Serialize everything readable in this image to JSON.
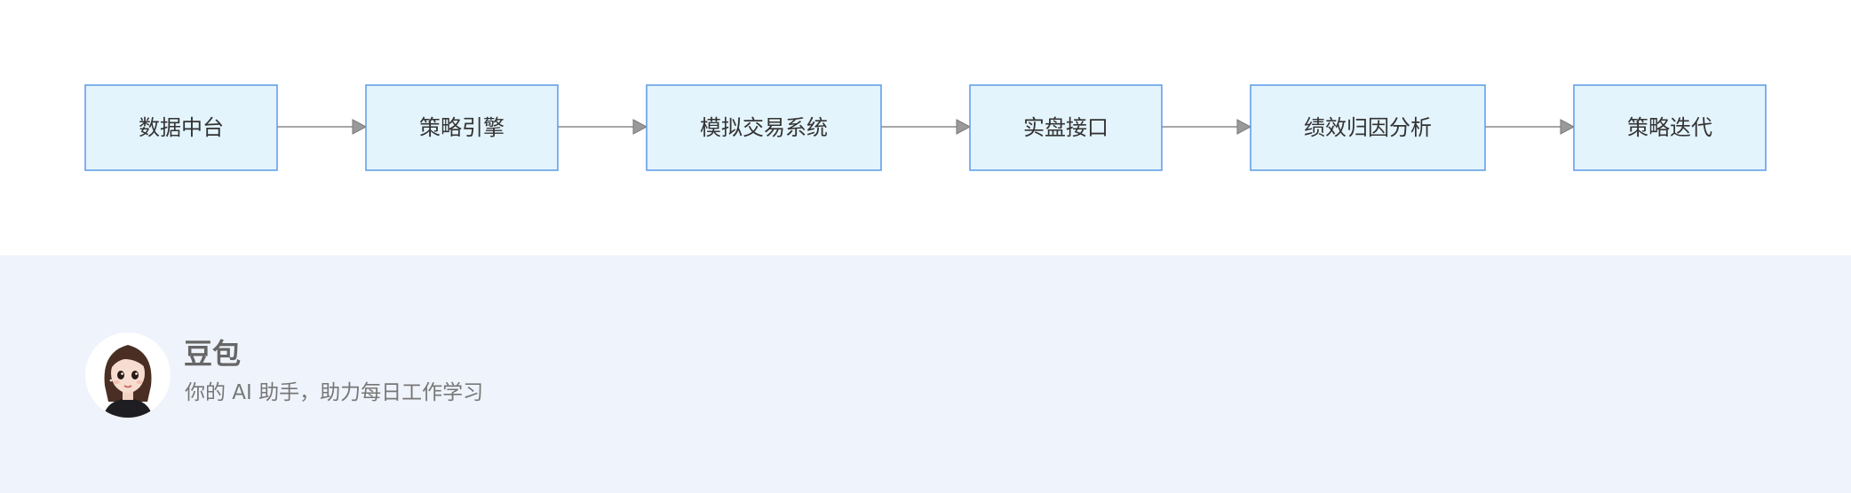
{
  "flow": {
    "nodes": [
      {
        "label": "数据中台"
      },
      {
        "label": "策略引擎"
      },
      {
        "label": "模拟交易系统"
      },
      {
        "label": "实盘接口"
      },
      {
        "label": "绩效归因分析"
      },
      {
        "label": "策略迭代"
      }
    ],
    "colors": {
      "node_fill": "#e4f4fd",
      "node_border": "#5b9ae6",
      "arrow": "#8a8a8a",
      "footer_bg": "#eff3fb"
    }
  },
  "footer": {
    "avatar_icon": "avatar-girl-icon",
    "brand_name": "豆包",
    "tagline": "你的 AI 助手，助力每日工作学习"
  }
}
